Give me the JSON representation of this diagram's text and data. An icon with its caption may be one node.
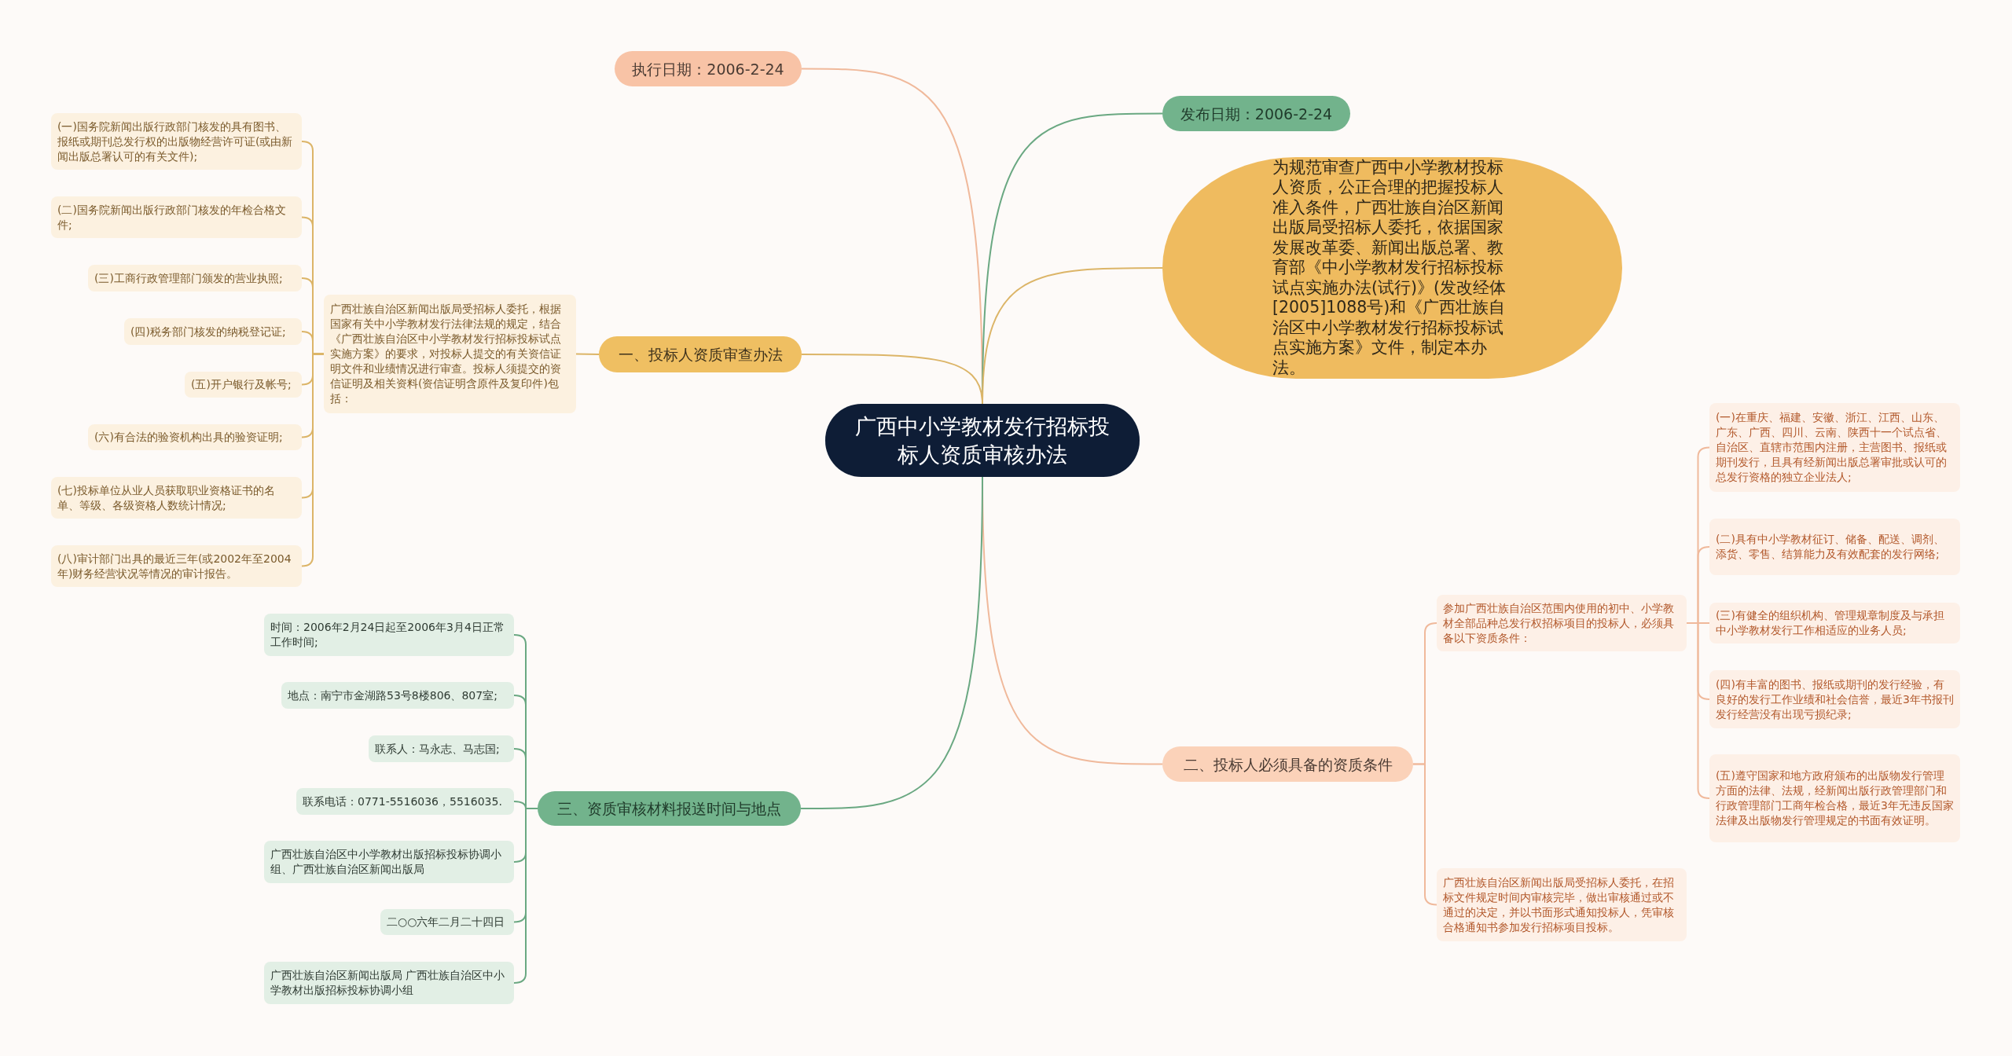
{
  "diagram": {
    "nodes": [
      {
        "text": [
          "广西中小学教材发行招标投标人资质审核办法"
        ]
      },
      {
        "text": [
          "执行日期：2006-2-24"
        ]
      },
      {
        "text": [
          "发布日期：2006-2-24"
        ]
      },
      {
        "text": [
          "为规范审查广西中小学教材投标人资质，公正合理的把握投标人准入条件，广西壮族自治区新闻出版局受招标人委托，依据国家发展改革委、新闻出版总署、教育部《中小学教材发行招标投标试点实施办法(试行)》(发改经体[2005]1088号)和《广西壮族自治区中小学教材发行招标投标试点实施方案》文件，制定本办法。"
        ]
      },
      {
        "text": [
          "一、投标人资质审查办法"
        ]
      },
      {
        "text": [
          "广西壮族自治区新闻出版局受招标人委托，根据国家有关中小学教材发行法律法规的规定，结合《广西壮族自治区中小学教材发行招标投标试点实施方案》的要求，对投标人提交的有关资信证明文件和业绩情况进行审查。投标人须提交的资信证明及相关资料(资信证明含原件及复印件)包括："
        ]
      },
      {
        "text": [
          "(一)国务院新闻出版行政部门核发的具有图书、报纸或期刊总发行权的出版物经营许可证(或由新闻出版总署认可的有关文件);"
        ]
      },
      {
        "text": [
          "(二)国务院新闻出版行政部门核发的年检合格文件;"
        ]
      },
      {
        "text": [
          "(三)工商行政管理部门颁发的营业执照;"
        ]
      },
      {
        "text": [
          "(四)税务部门核发的纳税登记证;"
        ]
      },
      {
        "text": [
          "(五)开户银行及帐号;"
        ]
      },
      {
        "text": [
          "(六)有合法的验资机构出具的验资证明;"
        ]
      },
      {
        "text": [
          "(七)投标单位从业人员获取职业资格证书的名单、等级、各级资格人数统计情况;"
        ]
      },
      {
        "text": [
          "(八)审计部门出具的最近三年(或2002年至2004年)财务经营状况等情况的审计报告。"
        ]
      },
      {
        "text": [
          "二、投标人必须具备的资质条件"
        ]
      },
      {
        "text": [
          "参加广西壮族自治区范围内使用的初中、小学教材全部品种总发行权招标项目的投标人，必须具备以下资质条件："
        ]
      },
      {
        "text": [
          "(一)在重庆、福建、安徽、浙江、江西、山东、广东、广西、四川、云南、陕西十一个试点省、自治区、直辖市范围内注册，主营图书、报纸或期刊发行，且具有经新闻出版总署审批或认可的总发行资格的独立企业法人;"
        ]
      },
      {
        "text": [
          "(二)具有中小学教材征订、储备、配送、调剂、添货、零售、结算能力及有效配套的发行网络;"
        ]
      },
      {
        "text": [
          "(三)有健全的组织机构、管理规章制度及与承担中小学教材发行工作相适应的业务人员;"
        ]
      },
      {
        "text": [
          "(四)有丰富的图书、报纸或期刊的发行经验，有良好的发行工作业绩和社会信誉，最近3年书报刊发行经营没有出现亏损纪录;"
        ]
      },
      {
        "text": [
          "(五)遵守国家和地方政府颁布的出版物发行管理方面的法律、法规，经新闻出版行政管理部门和行政管理部门工商年检合格，最近3年无违反国家法律及出版物发行管理规定的书面有效证明。"
        ]
      },
      {
        "text": [
          "广西壮族自治区新闻出版局受招标人委托，在招标文件规定时间内审核完毕，做出审核通过或不通过的决定，并以书面形式通知投标人，凭审核合格通知书参加发行招标项目投标。"
        ]
      },
      {
        "text": [
          "三、资质审核材料报送时间与地点"
        ]
      },
      {
        "text": [
          "时间：2006年2月24日起至2006年3月4日正常工作时间;"
        ]
      },
      {
        "text": [
          "地点：南宁市金湖路53号8楼806、807室;"
        ]
      },
      {
        "text": [
          "联系人：马永志、马志国;"
        ]
      },
      {
        "text": [
          "联系电话：0771-5516036，5516035."
        ]
      },
      {
        "text": [
          "广西壮族自治区中小学教材出版招标投标协调小组、广西壮族自治区新闻出版局"
        ]
      },
      {
        "text": [
          "二○○六年二月二十四日"
        ]
      },
      {
        "text": [
          "广西壮族自治区新闻出版局 广西壮族自治区中小学教材出版招标投标协调小组"
        ]
      }
    ],
    "edges": [
      {
        "from": 0,
        "to": 1,
        "arrow": "none",
        "color": "#f0b99b"
      },
      {
        "from": 0,
        "to": 2,
        "arrow": "none",
        "color": "#6aa882"
      },
      {
        "from": 0,
        "to": 3,
        "arrow": "none"
      },
      {
        "from": 0,
        "to": 4,
        "arrow": "none"
      },
      {
        "from": 4,
        "to": 5,
        "arrow": "none"
      },
      {
        "from": 5,
        "to": 6,
        "arrow": "none"
      },
      {
        "from": 5,
        "to": 7,
        "arrow": "none"
      },
      {
        "from": 5,
        "to": 8,
        "arrow": "none"
      },
      {
        "from": 5,
        "to": 9,
        "arrow": "none"
      },
      {
        "from": 5,
        "to": 10,
        "arrow": "none"
      },
      {
        "from": 5,
        "to": 11,
        "arrow": "none"
      },
      {
        "from": 5,
        "to": 12,
        "arrow": "none"
      },
      {
        "from": 5,
        "to": 13,
        "arrow": "none"
      },
      {
        "from": 0,
        "to": 14,
        "arrow": "none",
        "color": "#f0b99b"
      },
      {
        "from": 14,
        "to": 15,
        "arrow": "none",
        "color": "#f0b99b"
      },
      {
        "from": 14,
        "to": 21,
        "arrow": "none",
        "color": "#f0b99b"
      },
      {
        "from": 15,
        "to": 16,
        "arrow": "none",
        "color": "#f0b99b"
      },
      {
        "from": 15,
        "to": 17,
        "arrow": "none",
        "color": "#f0b99b"
      },
      {
        "from": 15,
        "to": 18,
        "arrow": "none",
        "color": "#f0b99b"
      },
      {
        "from": 15,
        "to": 19,
        "arrow": "none",
        "color": "#f0b99b"
      },
      {
        "from": 15,
        "to": 20,
        "arrow": "none",
        "color": "#f0b99b"
      },
      {
        "from": 0,
        "to": 22,
        "arrow": "none",
        "color": "#6aa882"
      },
      {
        "from": 22,
        "to": 23,
        "arrow": "none",
        "color": "#6aa882"
      },
      {
        "from": 22,
        "to": 24,
        "arrow": "none",
        "color": "#6aa882"
      },
      {
        "from": 22,
        "to": 25,
        "arrow": "none",
        "color": "#6aa882"
      },
      {
        "from": 22,
        "to": 26,
        "arrow": "none",
        "color": "#6aa882"
      },
      {
        "from": 22,
        "to": 27,
        "arrow": "none",
        "color": "#6aa882"
      },
      {
        "from": 22,
        "to": 28,
        "arrow": "none",
        "color": "#6aa882"
      },
      {
        "from": 22,
        "to": 29,
        "arrow": "none",
        "color": "#6aa882"
      }
    ]
  }
}
